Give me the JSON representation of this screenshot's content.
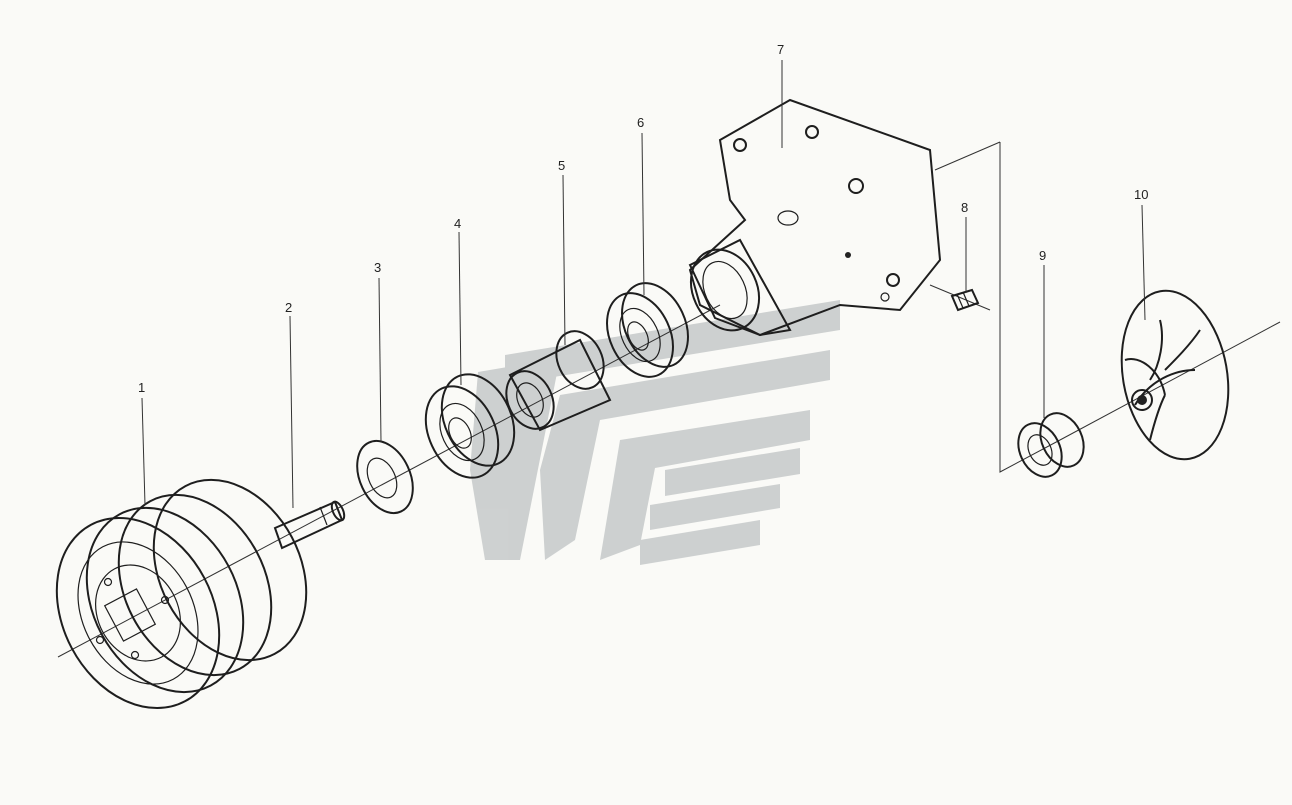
{
  "callouts": [
    {
      "id": "1",
      "label": "1"
    },
    {
      "id": "2",
      "label": "2"
    },
    {
      "id": "3",
      "label": "3"
    },
    {
      "id": "4",
      "label": "4"
    },
    {
      "id": "5",
      "label": "5"
    },
    {
      "id": "6",
      "label": "6"
    },
    {
      "id": "7",
      "label": "7"
    },
    {
      "id": "8",
      "label": "8"
    },
    {
      "id": "9",
      "label": "9"
    },
    {
      "id": "10",
      "label": "10"
    }
  ],
  "colors": {
    "ink": "#1e1e1e",
    "watermark": "#c9cccc",
    "paper": "#fafaf7"
  }
}
